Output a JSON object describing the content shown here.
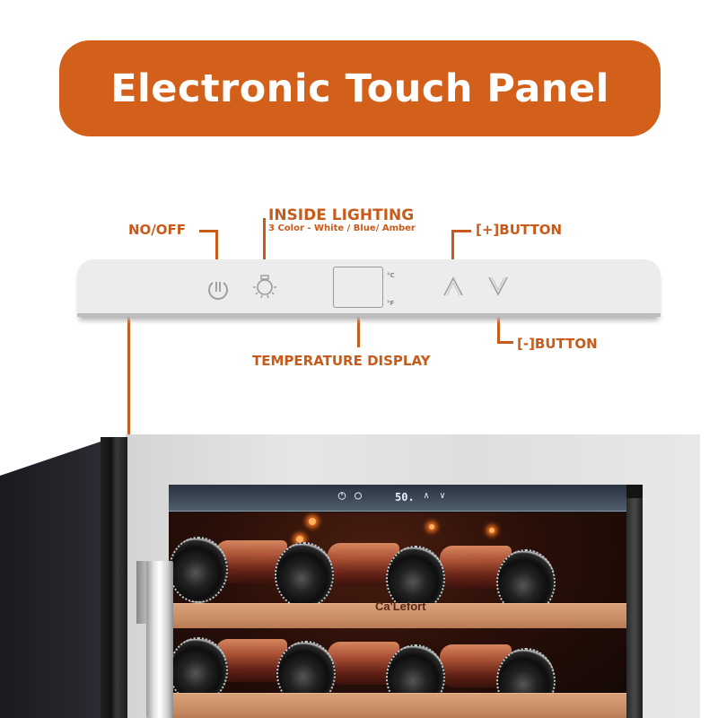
{
  "banner": {
    "title": "Electronic Touch Panel",
    "background_color": "#D2601A",
    "text_color": "#FFFFFF"
  },
  "callouts": {
    "power": {
      "label": "NO/OFF",
      "icon": "power-icon"
    },
    "lighting": {
      "label": "INSIDE LIGHTING",
      "sublabel": "3 Color - White / Blue/ Amber",
      "icon": "light-bulb-icon"
    },
    "plus_button": {
      "label": "[+]BUTTON",
      "icon": "chevron-up-icon"
    },
    "minus_button": {
      "label": "[-]BUTTON",
      "icon": "chevron-down-icon"
    },
    "temperature_display": {
      "label": "TEMPERATURE DISPLAY"
    },
    "accent_color": "#C85A1A"
  },
  "panel": {
    "units": {
      "celsius": "°C",
      "fahrenheit": "°F"
    }
  },
  "fridge": {
    "display_reading": "50.",
    "display_up": "∧",
    "display_down": "∨",
    "brand": "Ca'Lefort"
  }
}
